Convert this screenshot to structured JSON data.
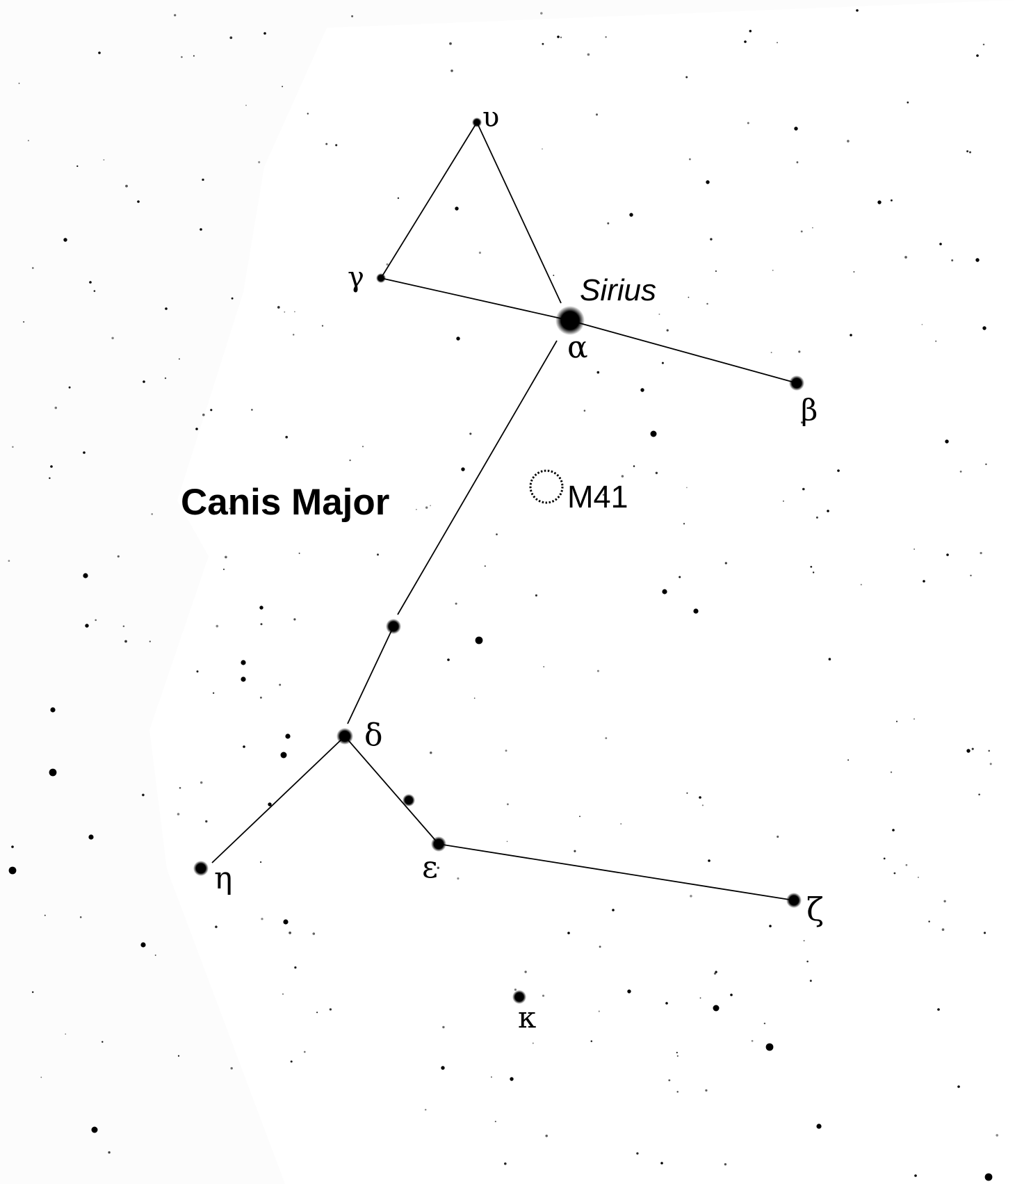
{
  "title": "Canis Major",
  "stars": {
    "upsilon": {
      "label": "υ"
    },
    "gamma": {
      "label": "γ"
    },
    "alpha": {
      "label": "α",
      "name": "Sirius"
    },
    "beta": {
      "label": "β"
    },
    "delta": {
      "label": "δ"
    },
    "eta": {
      "label": "η"
    },
    "epsilon": {
      "label": "ε"
    },
    "zeta": {
      "label": "ζ"
    },
    "kappa": {
      "label": "κ"
    }
  },
  "deep_sky": {
    "m41": {
      "label": "M41"
    }
  },
  "colors": {
    "background": "#fcfcfc",
    "ink": "#000000",
    "milky_way": "#ffffff"
  }
}
